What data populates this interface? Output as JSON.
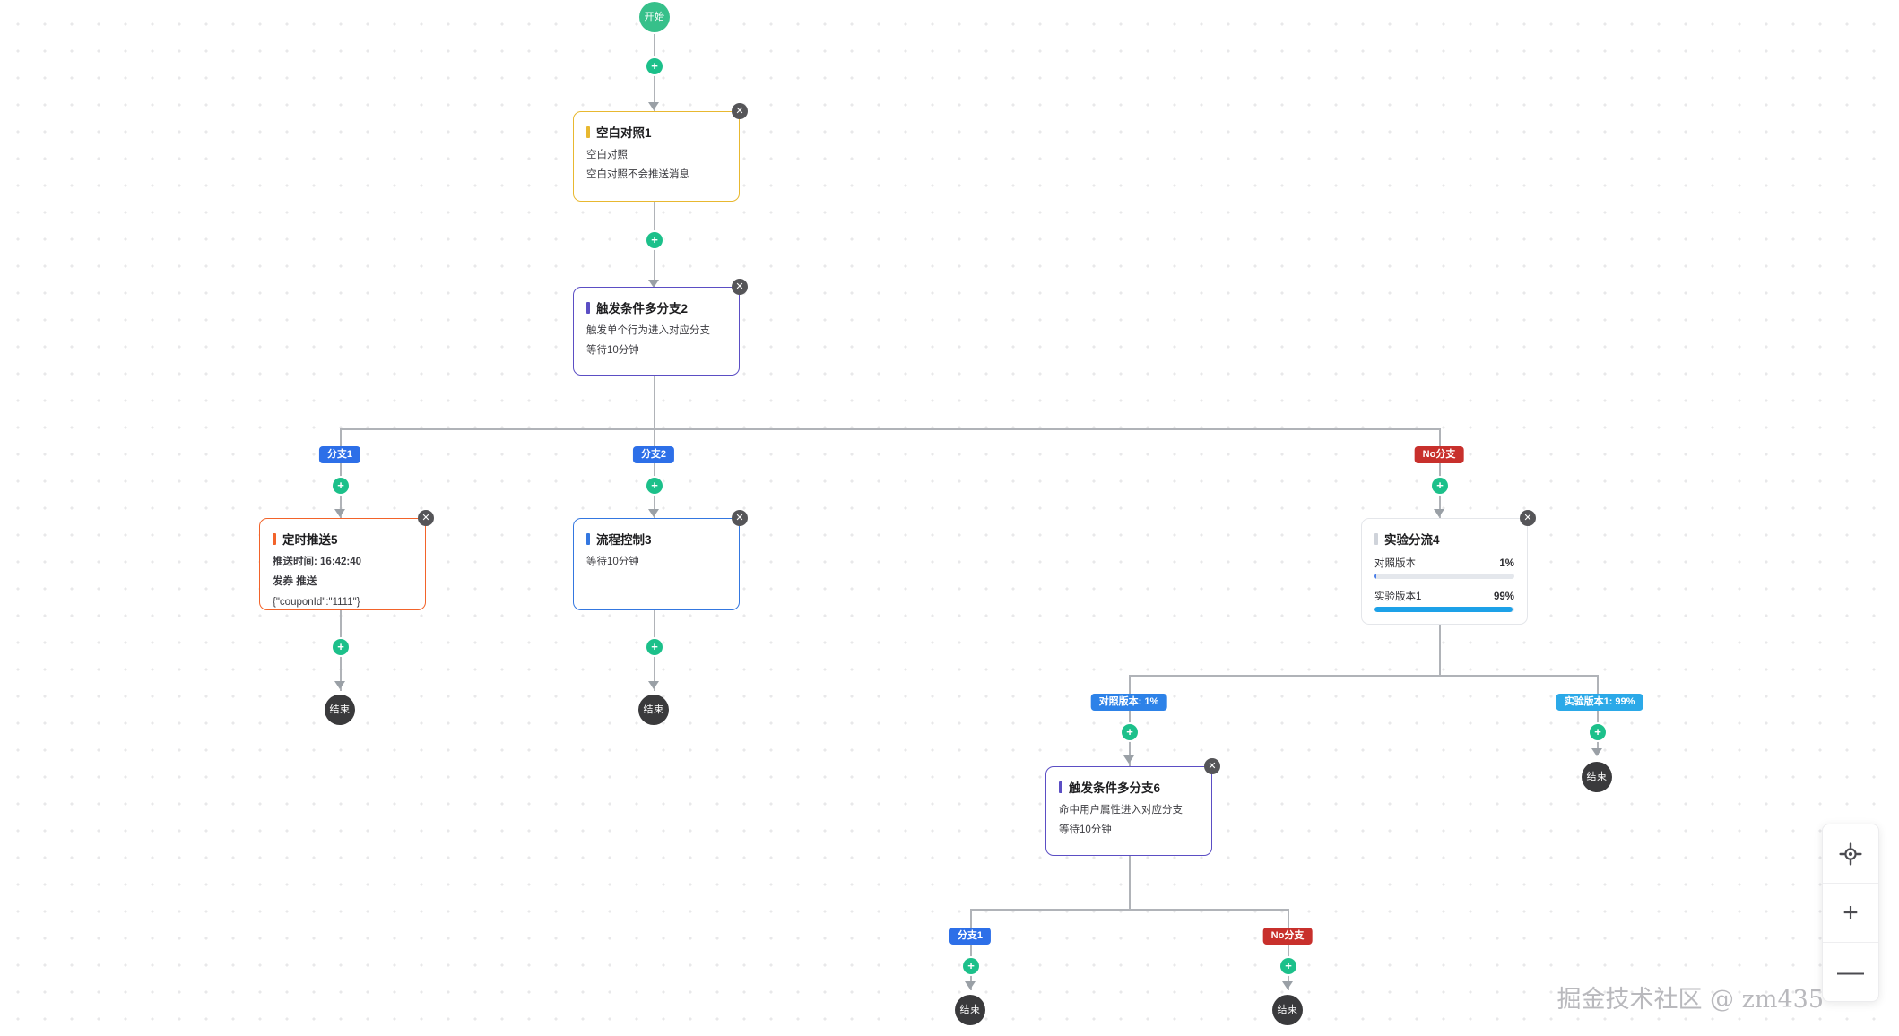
{
  "canvas": {
    "watermark": "掘金技术社区 @ zm435",
    "plus_glyph": "+",
    "close_glyph": "✕"
  },
  "terminals": {
    "start_label": "开始",
    "end_label": "结束"
  },
  "nodes": [
    {
      "id": "node1",
      "title": "空白对照1",
      "accent": "#e8b830",
      "lines": [
        "空白对照",
        "空白对照不会推送消息"
      ]
    },
    {
      "id": "node2",
      "title": "触发条件多分支2",
      "accent": "#5b4ec4",
      "lines": [
        "触发单个行为进入对应分支",
        "等待10分钟"
      ]
    },
    {
      "id": "node5",
      "title": "定时推送5",
      "accent": "#f2632a",
      "lines": [
        "推送时间: 16:42:40",
        "发券 推送",
        "{\"couponId\":\"1111\"}"
      ]
    },
    {
      "id": "node3",
      "title": "流程控制3",
      "accent": "#3477e0",
      "lines": [
        "等待10分钟"
      ]
    },
    {
      "id": "node4",
      "title": "实验分流4",
      "accent": "#cfd3da",
      "splits": [
        {
          "name": "对照版本",
          "percent": "1%",
          "value": 1
        },
        {
          "name": "实验版本1",
          "percent": "99%",
          "value": 99
        }
      ]
    },
    {
      "id": "node6",
      "title": "触发条件多分支6",
      "accent": "#5b4ec4",
      "lines": [
        "命中用户属性进入对应分支",
        "等待10分钟"
      ]
    }
  ],
  "branch_labels": {
    "b1": "分支1",
    "b2": "分支2",
    "b_no": "No分支",
    "b_ctl": "对照版本: 1%",
    "b_exp": "实验版本1: 99%",
    "b6_1": "分支1",
    "b6_no": "No分支"
  },
  "zoom_toolbar": {
    "fit_icon": "fit-to-screen-icon",
    "zoom_in": "+",
    "zoom_out": "—"
  }
}
